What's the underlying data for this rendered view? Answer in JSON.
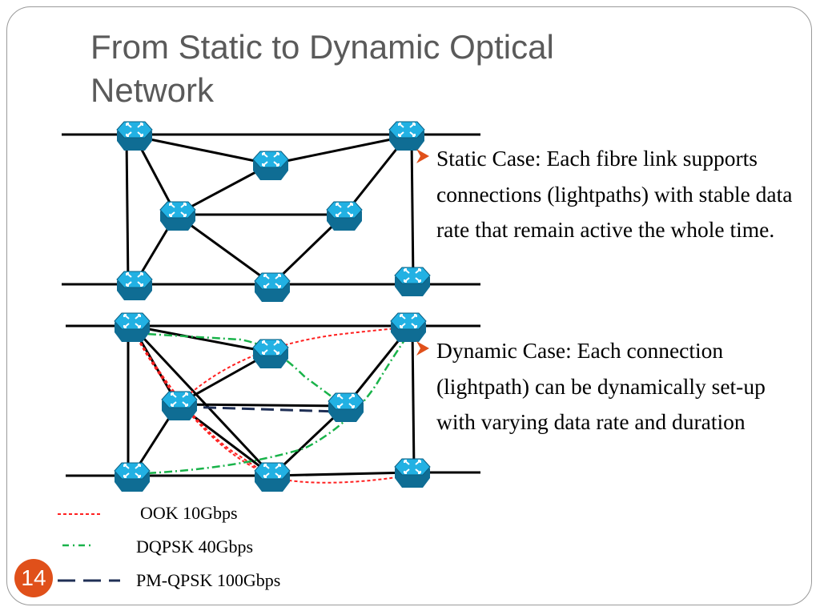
{
  "slide": {
    "title_line1": "From Static to Dynamic Optical",
    "title_line2": "Network",
    "page_number": "14",
    "accent_color": "#e0501a"
  },
  "bullets": [
    {
      "icon": "arrow-bullet-icon",
      "text": "Static Case: Each fibre link supports connections (lightpaths) with stable data rate that remain active the whole time."
    },
    {
      "icon": "arrow-bullet-icon",
      "text": "Dynamic Case: Each connection (lightpath) can be dynamically set-up with varying data rate and duration"
    }
  ],
  "legend": [
    {
      "label": "OOK 10Gbps",
      "color": "#ff2020",
      "style": "dashed"
    },
    {
      "label": "DQPSK 40Gbps",
      "color": "#19b34a",
      "style": "dash-dot"
    },
    {
      "label": "PM-QPSK 100Gbps",
      "color": "#1f2f55",
      "style": "long-dash"
    }
  ],
  "diagram": {
    "node_icon": "router-icon",
    "node_color": "#1aa3d6"
  }
}
